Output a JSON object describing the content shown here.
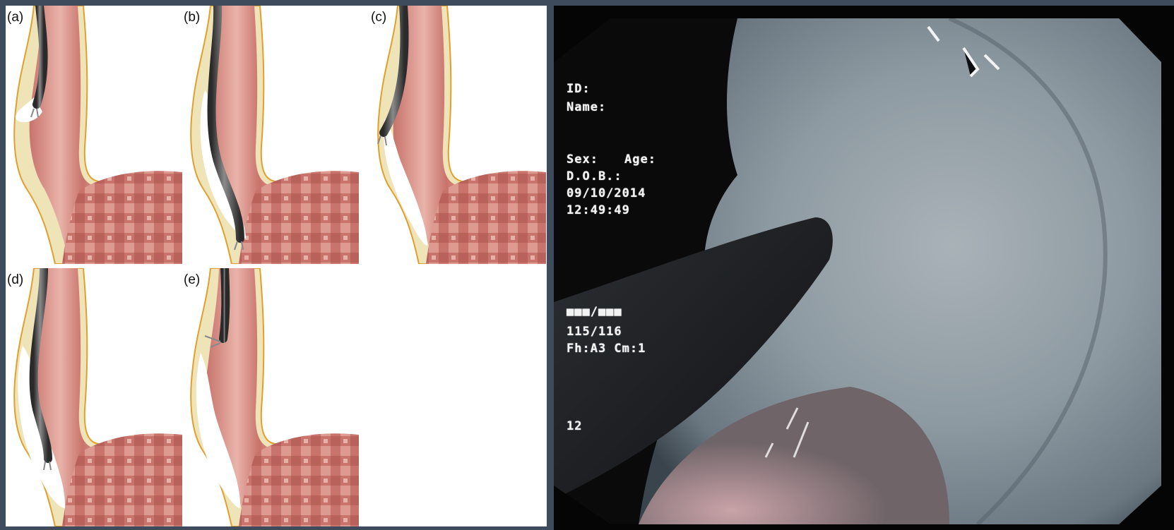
{
  "figure": {
    "panels": [
      {
        "label": "(a)"
      },
      {
        "label": "(b)"
      },
      {
        "label": "(c)"
      },
      {
        "label": "(d)"
      },
      {
        "label": "(e)"
      }
    ]
  },
  "endoscopy_overlay": {
    "id_label": "ID:",
    "name_label": "Name:",
    "sex_label": "Sex:",
    "age_label": "Age:",
    "dob_label": "D.O.B.:",
    "date": "09/10/2014",
    "time": "12:49:49",
    "counter_boxes": "■■■/■■■",
    "frame_count": "115/116",
    "mode": "Fh:A3 Cm:1",
    "number": "12"
  },
  "colors": {
    "muscle": "#c8736b",
    "muscle_light": "#e9b8ae",
    "lining": "#efe3b8",
    "outline": "#e0a030",
    "scope": "#555555",
    "frame_background": "#3d4b5c"
  }
}
